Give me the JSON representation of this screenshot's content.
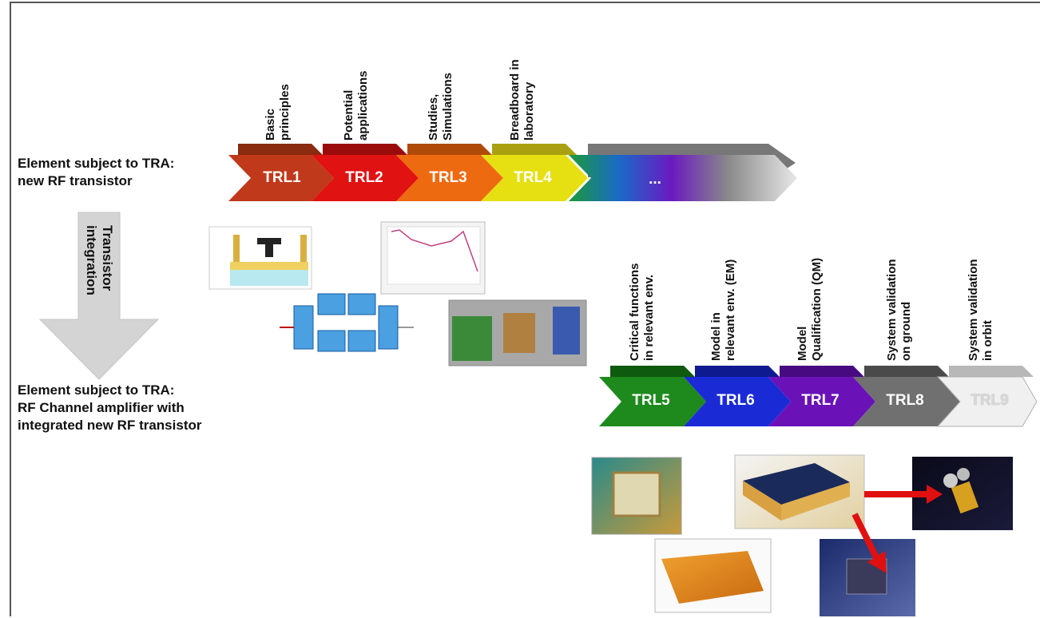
{
  "element1": {
    "line1": "Element subject to TRA:",
    "line2": "new RF transistor"
  },
  "element2": {
    "line1": "Element subject to TRA:",
    "line2": "RF Channel amplifier with",
    "line3": "integrated new RF transistor"
  },
  "integration": {
    "line1": "Transistor",
    "line2": "integration"
  },
  "top_stages": [
    {
      "label": "TRL1",
      "caption1": "Basic",
      "caption2": "principles",
      "color": "#c0391a"
    },
    {
      "label": "TRL2",
      "caption1": "Potential",
      "caption2": "applications",
      "color": "#e01212"
    },
    {
      "label": "TRL3",
      "caption1": "Studies,",
      "caption2": "Simulations",
      "color": "#ee6a10"
    },
    {
      "label": "TRL4",
      "caption1": "Breadboard in",
      "caption2": "laboratory",
      "color": "#e6e012"
    }
  ],
  "ellipsis": "...",
  "bottom_stages": [
    {
      "label": "TRL5",
      "caption1": "Critical functions",
      "caption2": "in relevant env.",
      "color": "#1e8a1e"
    },
    {
      "label": "TRL6",
      "caption1": "Model in",
      "caption2": "relevant env. (EM)",
      "color": "#1a2bd6"
    },
    {
      "label": "TRL7",
      "caption1": "Model",
      "caption2": "Qualification (QM)",
      "color": "#6a12b8"
    },
    {
      "label": "TRL8",
      "caption1": "System validation",
      "caption2": "on ground",
      "color": "#707070"
    },
    {
      "label": "TRL9",
      "caption1": "System validation",
      "caption2": "in orbit",
      "color": "#dcdcdc"
    }
  ]
}
